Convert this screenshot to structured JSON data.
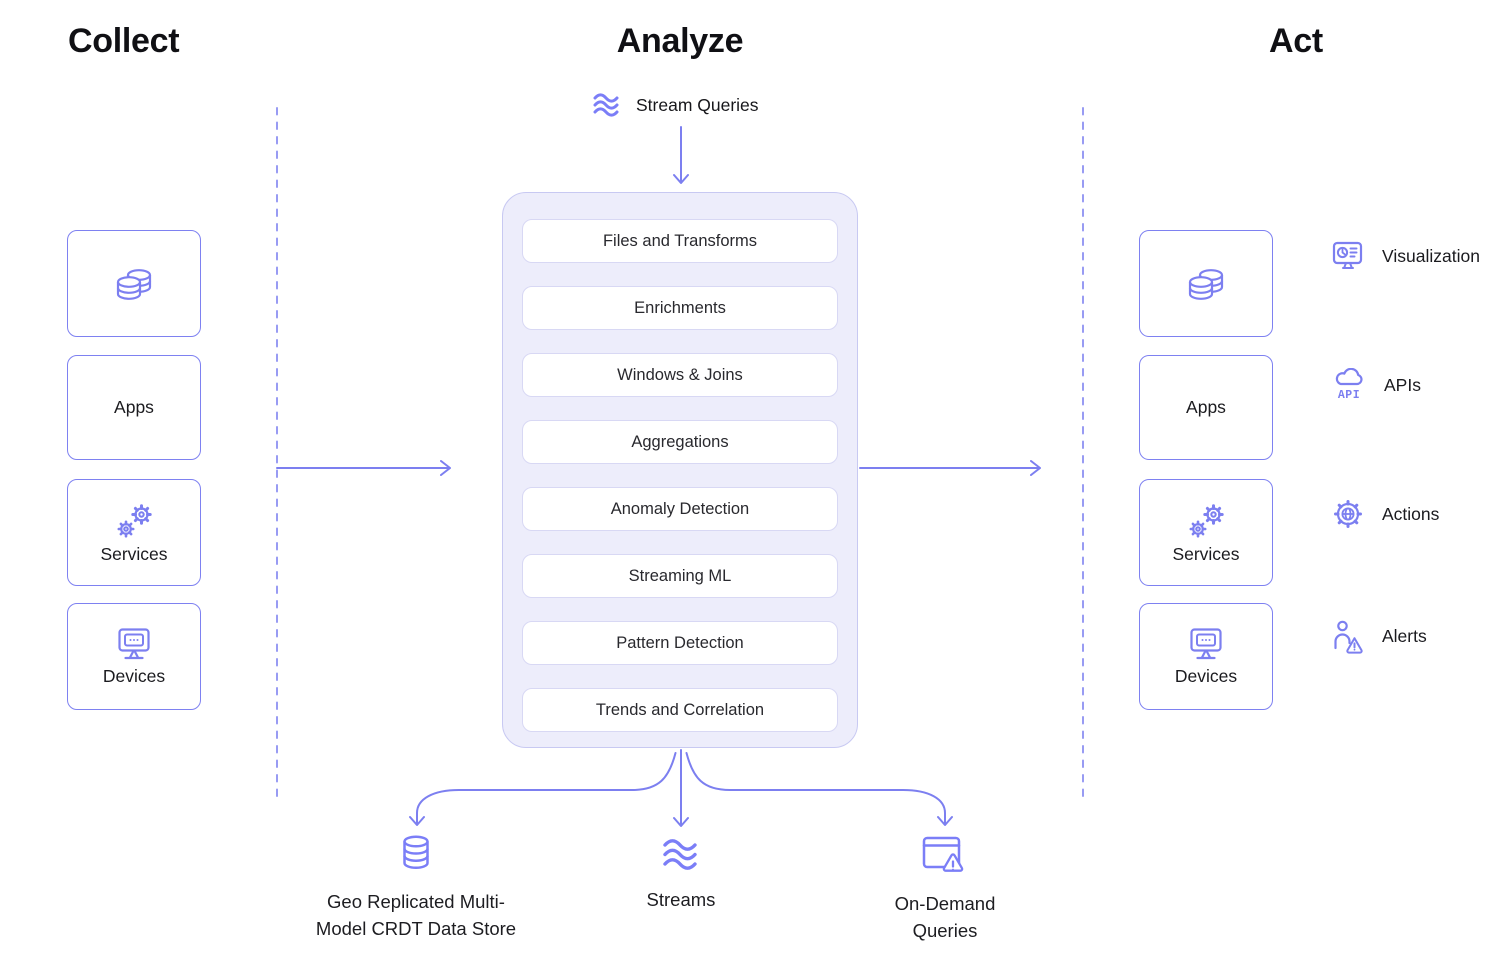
{
  "headings": {
    "collect": "Collect",
    "analyze": "Analyze",
    "act": "Act"
  },
  "collect": {
    "boxes": [
      {
        "icon": "databases-icon",
        "label": ""
      },
      {
        "icon": "",
        "label": "Apps"
      },
      {
        "icon": "gears-icon",
        "label": "Services"
      },
      {
        "icon": "monitor-icon",
        "label": "Devices"
      }
    ]
  },
  "analyze": {
    "stream_queries_label": "Stream Queries",
    "steps": [
      "Files and Transforms",
      "Enrichments",
      "Windows & Joins",
      "Aggregations",
      "Anomaly Detection",
      "Streaming ML",
      "Pattern Detection",
      "Trends and Correlation"
    ]
  },
  "act": {
    "boxes": [
      {
        "icon": "databases-icon",
        "label": ""
      },
      {
        "icon": "",
        "label": "Apps"
      },
      {
        "icon": "gears-icon",
        "label": "Services"
      },
      {
        "icon": "monitor-icon",
        "label": "Devices"
      }
    ],
    "outputs": [
      {
        "icon": "visualization-icon",
        "label": "Visualization"
      },
      {
        "icon": "cloud-api-icon",
        "label": "APIs",
        "icon_text": "API"
      },
      {
        "icon": "gear-globe-icon",
        "label": "Actions"
      },
      {
        "icon": "person-alert-icon",
        "label": "Alerts"
      }
    ]
  },
  "bottom": {
    "geo_store": {
      "line1": "Geo Replicated Multi-",
      "line2": "Model CRDT Data Store",
      "icon": "database-icon"
    },
    "streams": {
      "line1": "Streams",
      "icon": "waves-icon"
    },
    "on_demand": {
      "line1": "On-Demand",
      "line2": "Queries",
      "icon": "query-warning-icon"
    }
  },
  "colors": {
    "accent": "#7C7FF0",
    "accent_bright": "#7B7EF7",
    "container_fill": "#EDEDFB",
    "container_border": "#C8C9F2",
    "box_border": "#7E81F1",
    "pill_border": "#D8D8F4",
    "heading_text": "#101014",
    "label_text": "#1B1B1F"
  }
}
